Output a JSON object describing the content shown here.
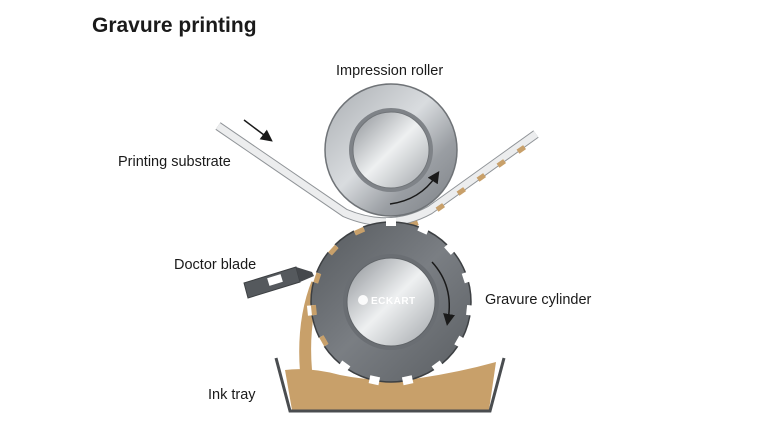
{
  "title": "Gravure printing",
  "labels": {
    "impression_roller": "Impression roller",
    "printing_substrate": "Printing substrate",
    "doctor_blade": "Doctor blade",
    "gravure_cylinder": "Gravure cylinder",
    "ink_tray": "Ink tray"
  },
  "brand": "ECKART",
  "colors": {
    "ink": "#c8a06a",
    "metal_dark": "#6f7377",
    "metal_light": "#e4e6e8",
    "substrate": "#e9eaeb",
    "text": "#1a1a1a"
  }
}
